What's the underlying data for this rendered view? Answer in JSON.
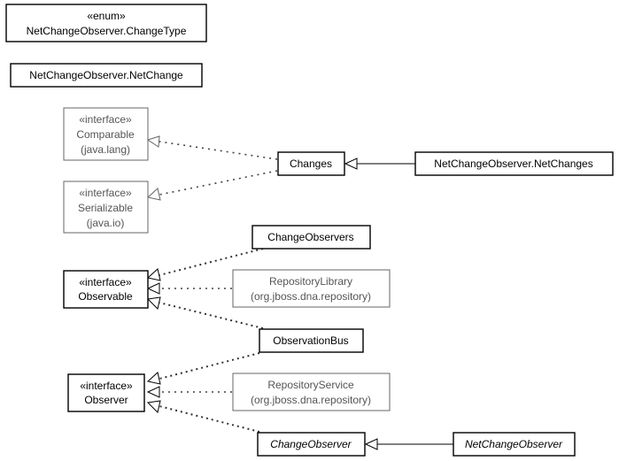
{
  "diagram": {
    "change_type": {
      "stereotype": "«enum»",
      "name": "NetChangeObserver.ChangeType"
    },
    "net_change": {
      "name": "NetChangeObserver.NetChange"
    },
    "comparable": {
      "stereotype": "«interface»",
      "name": "Comparable",
      "package": "(java.lang)"
    },
    "serializable": {
      "stereotype": "«interface»",
      "name": "Serializable",
      "package": "(java.io)"
    },
    "changes": {
      "name": "Changes"
    },
    "net_changes": {
      "name": "NetChangeObserver.NetChanges"
    },
    "change_observers": {
      "name": "ChangeObservers"
    },
    "observable": {
      "stereotype": "«interface»",
      "name": "Observable"
    },
    "repository_library": {
      "name": "RepositoryLibrary",
      "package": "(org.jboss.dna.repository)"
    },
    "observation_bus": {
      "name": "ObservationBus"
    },
    "observer": {
      "stereotype": "«interface»",
      "name": "Observer"
    },
    "repository_service": {
      "name": "RepositoryService",
      "package": "(org.jboss.dna.repository)"
    },
    "change_observer": {
      "name": "ChangeObserver"
    },
    "net_change_observer": {
      "name": "NetChangeObserver"
    }
  }
}
